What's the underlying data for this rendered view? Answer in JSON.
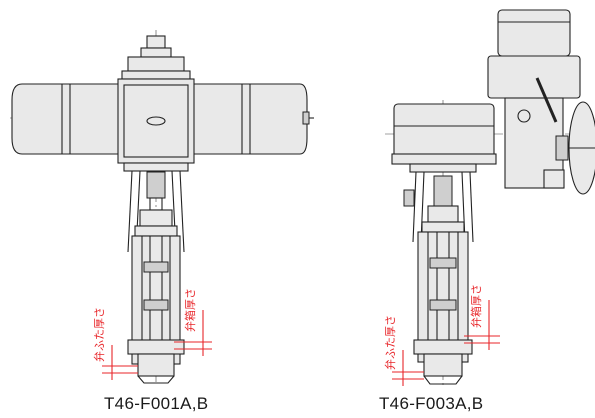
{
  "figure": {
    "left_drawing": {
      "caption": "T46-F001A,B",
      "label_cover": "弁ふた厚さ",
      "label_box": "弁箱厚さ",
      "type": "pneumatic-actuator-valve"
    },
    "right_drawing": {
      "caption": "T46-F003A,B",
      "label_cover": "弁ふた厚さ",
      "label_box": "弁箱厚さ",
      "type": "motor-operated-valve"
    },
    "colors": {
      "annotation": "#e8262a",
      "line": "#222222"
    }
  }
}
